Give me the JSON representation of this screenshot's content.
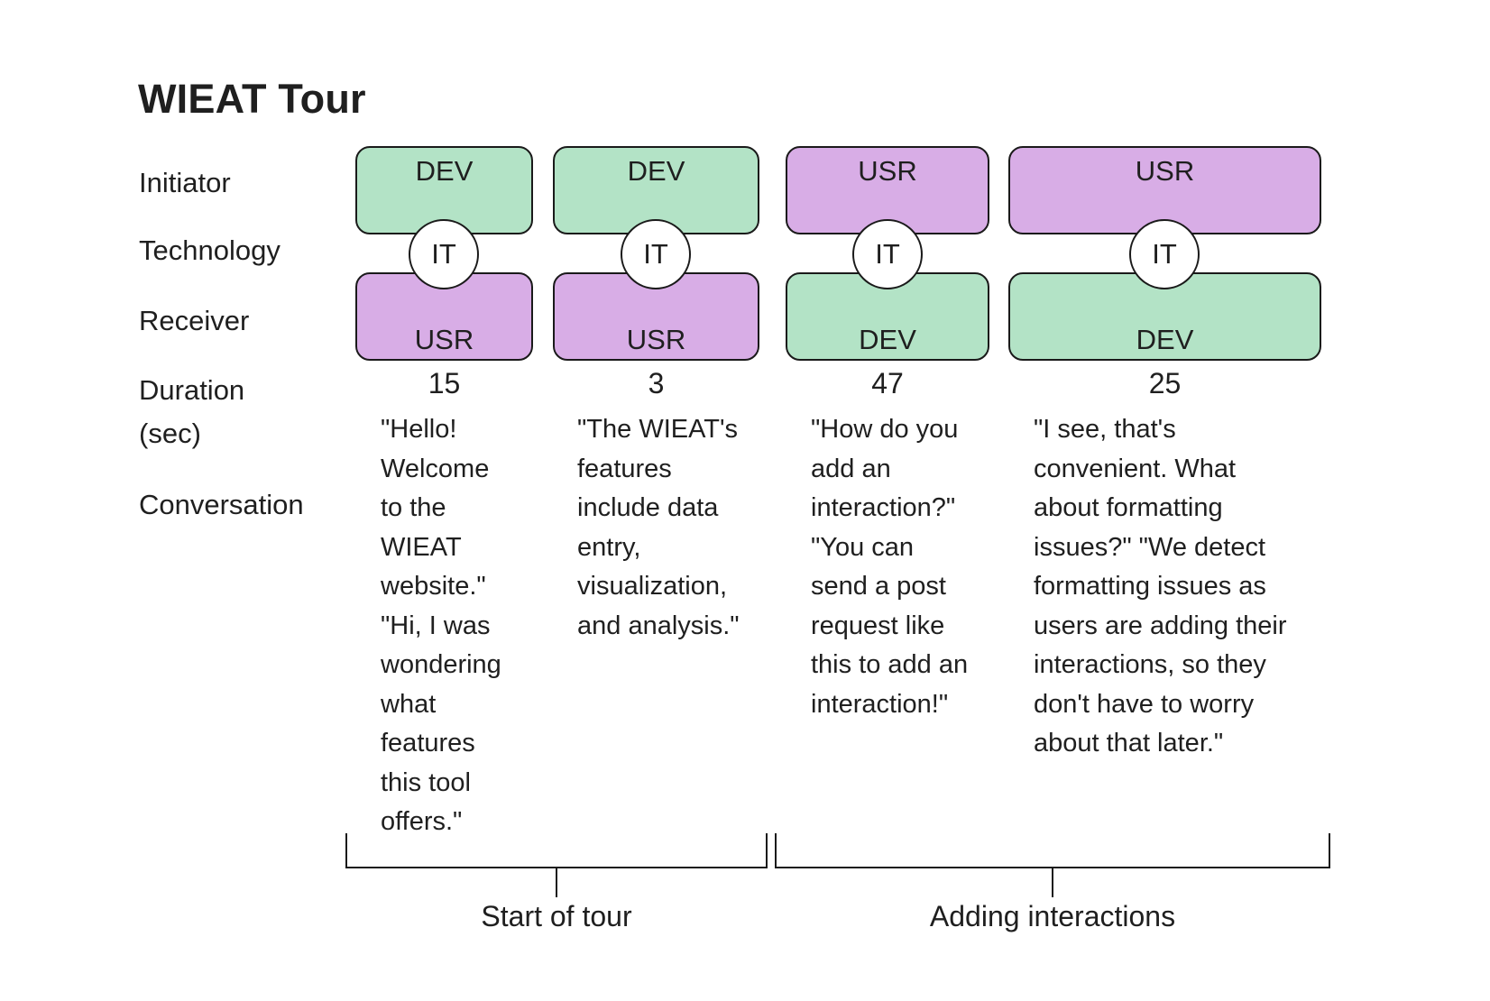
{
  "title": "WIEAT Tour",
  "row_labels": {
    "initiator": "Initiator",
    "technology": "Technology",
    "receiver": "Receiver",
    "duration": "Duration\n(sec)",
    "conversation": "Conversation"
  },
  "colors": {
    "DEV": "#b3e3c6",
    "USR": "#d8ade6",
    "border": "#1a1a1a"
  },
  "interactions": [
    {
      "initiator": "DEV",
      "technology": "IT",
      "receiver": "USR",
      "duration": "15",
      "conversation": "\"Hello! Welcome to the WIEAT website.\" \"Hi, I was wondering what features this tool offers.\""
    },
    {
      "initiator": "DEV",
      "technology": "IT",
      "receiver": "USR",
      "duration": "3",
      "conversation": "\"The WIEAT's features include data entry, visualization, and analysis.\""
    },
    {
      "initiator": "USR",
      "technology": "IT",
      "receiver": "DEV",
      "duration": "47",
      "conversation": "\"How do you add an interaction?\" \"You can send a post request like this to add an interaction!\""
    },
    {
      "initiator": "USR",
      "technology": "IT",
      "receiver": "DEV",
      "duration": "25",
      "conversation": "\"I see, that's convenient. What about formatting issues?\" \"We detect formatting issues as users are adding their interactions, so they don't have to worry about that later.\""
    }
  ],
  "phases": [
    {
      "label": "Start of tour",
      "interactions": [
        0,
        1
      ]
    },
    {
      "label": "Adding interactions",
      "interactions": [
        2,
        3
      ]
    }
  ]
}
